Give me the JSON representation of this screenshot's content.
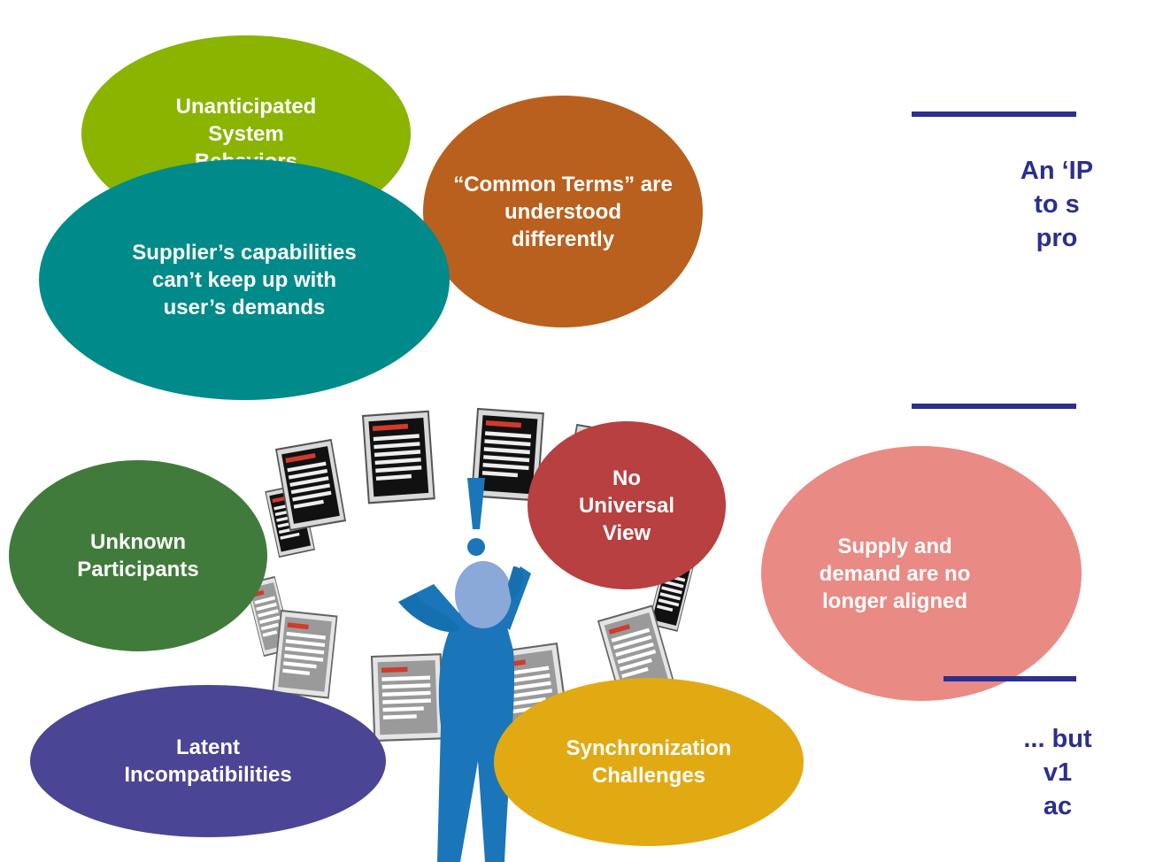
{
  "bubbles": {
    "unanticipated": "Unanticipated\nSystem\nBehaviors",
    "common_terms": "“Common Terms” are\nunderstood\ndifferently",
    "supplier": "Supplier’s capabilities\ncan’t keep up with\nuser’s demands",
    "no_universal": "No\nUniversal\nView",
    "unknown": "Unknown\nParticipants",
    "supply_demand": "Supply and\ndemand are no\nlonger aligned",
    "latent": "Latent\nIncompatibilities",
    "sync": "Synchronization\nChallenges"
  },
  "right_panel": {
    "text1": "An ‘IP\nto s\npro",
    "text2": "... but\nv1\nac"
  },
  "colors": {
    "green": "#8ab400",
    "orange": "#b9601e",
    "teal": "#008a8a",
    "red": "#b84040",
    "darkgreen": "#417b3b",
    "pink": "#ea8a84",
    "purple": "#4b4595",
    "gold": "#e2aa12",
    "navy": "#2b2f8e",
    "figure": "#1a76b8"
  },
  "icons": {
    "figure": "thinking-person-icon",
    "exclamation": "exclamation-icon",
    "screens": "monitor-screen-icon"
  }
}
